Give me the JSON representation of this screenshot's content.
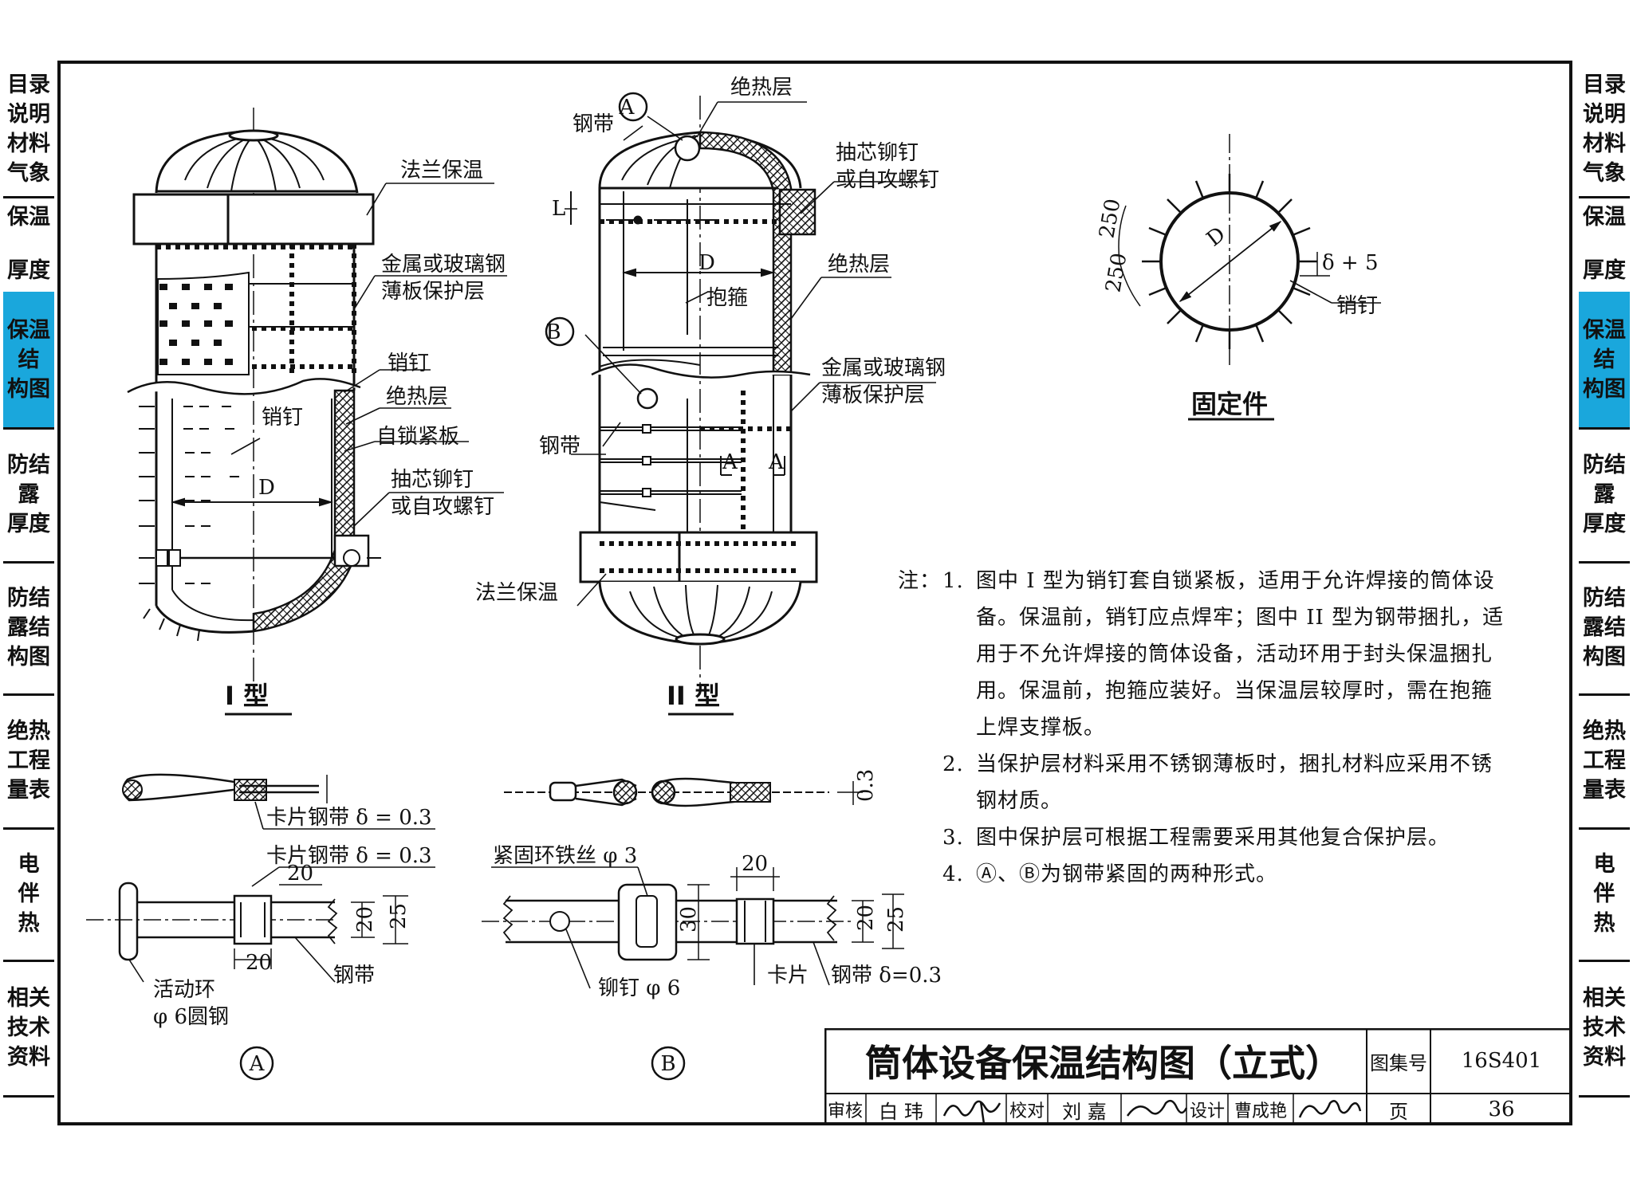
{
  "sidebar": {
    "tabs": [
      {
        "lines": [
          "目录",
          "说明",
          "材料",
          "气象"
        ]
      },
      {
        "lines": [
          "保温",
          "",
          "厚度"
        ]
      },
      {
        "lines": [
          "保温",
          "结",
          "构图"
        ],
        "active": true
      },
      {
        "lines": [
          "防结",
          "露",
          "厚度"
        ]
      },
      {
        "lines": [
          "防结",
          "露结",
          "构图"
        ]
      },
      {
        "lines": [
          "绝热",
          "工程",
          "量表"
        ]
      },
      {
        "lines": [
          "电",
          "伴",
          "热"
        ]
      },
      {
        "lines": [
          "相关",
          "技术",
          "资料"
        ]
      }
    ]
  },
  "colors": {
    "active_tab": "#1aa7dc",
    "line": "#111111",
    "background": "#ffffff"
  },
  "figure_type1": {
    "caption": "I 型",
    "labels": {
      "flange": "法兰保温",
      "sheet1": "金属或玻璃钢",
      "sheet2": "薄板保护层",
      "pin": "销钉",
      "insulation": "绝热层",
      "lock_plate": "自锁紧板",
      "rivet1": "抽芯铆钉",
      "rivet2": "或自攻螺钉",
      "pin_inner": "销钉",
      "diameter": "D"
    }
  },
  "figure_type2": {
    "caption": "II 型",
    "labels": {
      "marker_a": "A",
      "marker_b": "B",
      "insulation_top": "绝热层",
      "steel_band_top": "钢带",
      "rivet1": "抽芯铆钉",
      "rivet2": "或自攻螺钉",
      "length": "L",
      "diameter": "D",
      "hoop": "抱箍",
      "insulation_right": "绝热层",
      "sheet1": "金属或玻璃钢",
      "sheet2": "薄板保护层",
      "steel_band": "钢带",
      "flange": "法兰保温",
      "section_a": "A"
    }
  },
  "fixing_part": {
    "caption": "固定件",
    "labels": {
      "diameter": "D",
      "spacing1": "250",
      "spacing2": "250",
      "offset": "δ + 5",
      "pin": "销钉"
    }
  },
  "detail_a": {
    "marker": "A",
    "labels": {
      "clip_band_top": "卡片钢带 δ = 0.3",
      "clip_band": "卡片钢带 δ = 0.3",
      "dim_20": "20",
      "dim_20b": "20",
      "dim_25": "25",
      "steel_band": "钢带",
      "ring1": "活动环",
      "ring2": "φ 6圆钢"
    }
  },
  "detail_b": {
    "marker": "B",
    "labels": {
      "thickness": "0.3",
      "wire": "紧固环铁丝 φ 3",
      "dim_20": "20",
      "dim_30": "30",
      "dim_20b": "20",
      "dim_25": "25",
      "rivet": "铆钉 φ 6",
      "clip": "卡片",
      "steel_band": "钢带 δ=0.3"
    }
  },
  "notes": {
    "prefix": "注：",
    "items": [
      {
        "num": "1.",
        "lines": [
          "图中 I 型为销钉套自锁紧板，适用于允许焊接的筒体设",
          "备。保温前，销钉应点焊牢；图中 II 型为钢带捆扎，适",
          "用于不允许焊接的筒体设备，活动环用于封头保温捆扎",
          "用。保温前，抱箍应装好。当保温层较厚时，需在抱箍",
          "上焊支撑板。"
        ]
      },
      {
        "num": "2.",
        "lines": [
          "当保护层材料采用不锈钢薄板时，捆扎材料应采用不锈",
          "钢材质。"
        ]
      },
      {
        "num": "3.",
        "lines": [
          "图中保护层可根据工程需要采用其他复合保护层。"
        ]
      },
      {
        "num": "4.",
        "lines": [
          "Ⓐ、Ⓑ为钢带紧固的两种形式。"
        ]
      }
    ]
  },
  "title_block": {
    "title": "筒体设备保温结构图（立式）",
    "atlas_label": "图集号",
    "atlas_no": "16S401",
    "review_label": "审核",
    "reviewer": "白 玮",
    "check_label": "校对",
    "checker": "刘 嘉",
    "design_label": "设计",
    "designer": "曹成艳",
    "page_label": "页",
    "page_no": "36"
  }
}
